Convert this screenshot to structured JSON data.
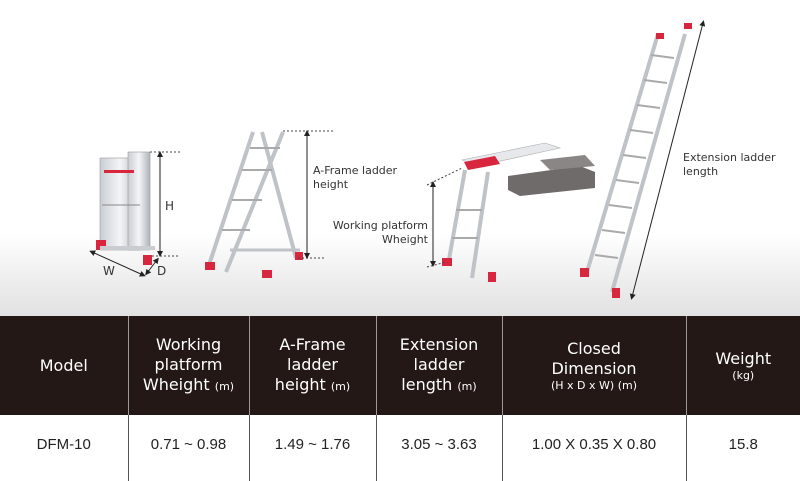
{
  "diagram_labels": {
    "height": "H",
    "width": "W",
    "depth": "D",
    "aframe_line1": "A-Frame ladder",
    "aframe_line2": "height",
    "platform_line1": "Working platform",
    "platform_line2": "Wheight",
    "extension_line1": "Extension ladder",
    "extension_line2": "length"
  },
  "colors": {
    "header_bg": "#231815",
    "accent_red": "#d7263d"
  },
  "table": {
    "headers": [
      {
        "lines": [
          "Model"
        ],
        "unit": ""
      },
      {
        "lines": [
          "Working",
          "platform",
          "Wheight"
        ],
        "unit": "(m)"
      },
      {
        "lines": [
          "A-Frame",
          "ladder",
          "height"
        ],
        "unit": "(m)"
      },
      {
        "lines": [
          "Extension",
          "ladder",
          "length"
        ],
        "unit": "(m)"
      },
      {
        "lines": [
          "Closed",
          "Dimension"
        ],
        "unit": "(H x D x W) (m)"
      },
      {
        "lines": [
          "Weight"
        ],
        "unit": "(kg)"
      }
    ],
    "rows": [
      [
        "DFM-10",
        "0.71 ~ 0.98",
        "1.49 ~ 1.76",
        "3.05 ~ 3.63",
        "1.00 X 0.35 X 0.80",
        "15.8"
      ]
    ]
  }
}
